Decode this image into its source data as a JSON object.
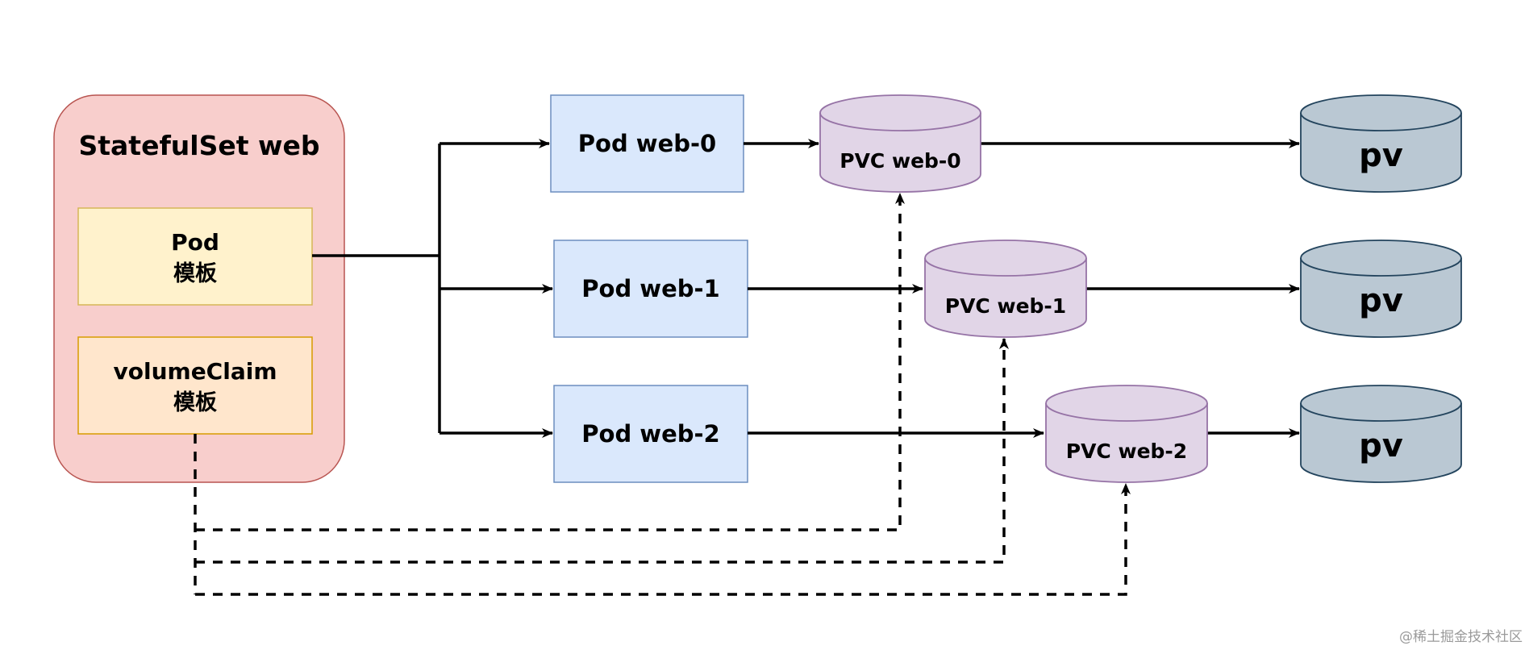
{
  "diagram": {
    "statefulset": {
      "title": "StatefulSet web",
      "pod_template": {
        "line1": "Pod",
        "line2": "模板"
      },
      "volume_claim_template": {
        "line1": "volumeClaim",
        "line2": "模板"
      }
    },
    "pods": [
      {
        "label": "Pod web-0"
      },
      {
        "label": "Pod web-1"
      },
      {
        "label": "Pod web-2"
      }
    ],
    "pvcs": [
      {
        "label": "PVC web-0"
      },
      {
        "label": "PVC web-1"
      },
      {
        "label": "PVC web-2"
      }
    ],
    "pvs": [
      {
        "label": "pv"
      },
      {
        "label": "pv"
      },
      {
        "label": "pv"
      }
    ],
    "colors": {
      "statefulset_fill": "#f8cecc",
      "statefulset_stroke": "#b85450",
      "pod_template_fill": "#fff2cc",
      "pod_template_stroke": "#d6b656",
      "vc_template_fill": "#ffe6cc",
      "vc_template_stroke": "#d79b00",
      "pod_fill": "#dae8fc",
      "pod_stroke": "#6c8ebf",
      "pvc_fill": "#e1d5e7",
      "pvc_stroke": "#9673a6",
      "pv_fill": "#bac8d3",
      "pv_stroke": "#23445d"
    }
  },
  "watermark": "@稀土掘金技术社区"
}
